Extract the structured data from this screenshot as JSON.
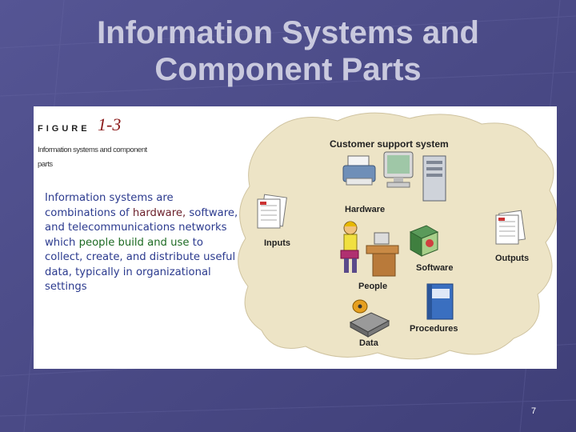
{
  "slide": {
    "title_line1": "Information Systems and",
    "title_line2": "Component Parts",
    "page_number": "7",
    "colors": {
      "background": "#4a4a86",
      "title": "#c9c9de",
      "body_text": "#2b3a8e",
      "cloud": "#ede4c6"
    }
  },
  "figure": {
    "label": "FIGURE",
    "number": "1-3",
    "caption_line1": "Information systems and component",
    "caption_line2": "parts"
  },
  "description": {
    "p1": "Information systems are combinations of ",
    "hardware": "hardware,",
    "p2": " software, and telecommunications networks which ",
    "people_build": "people build and use",
    "p3": " to collect, create, and distribute useful data, typically in organizational settings"
  },
  "diagram": {
    "system_title": "Customer support system",
    "labels": {
      "hardware": "Hardware",
      "inputs": "Inputs",
      "outputs": "Outputs",
      "software": "Software",
      "people": "People",
      "procedures": "Procedures",
      "data": "Data"
    },
    "icons": [
      "printer-icon",
      "monitor-icon",
      "server-tower-icon",
      "document-stack-icon",
      "person-at-desk-icon",
      "software-box-icon",
      "manual-binder-icon",
      "disk-drive-icon"
    ]
  }
}
